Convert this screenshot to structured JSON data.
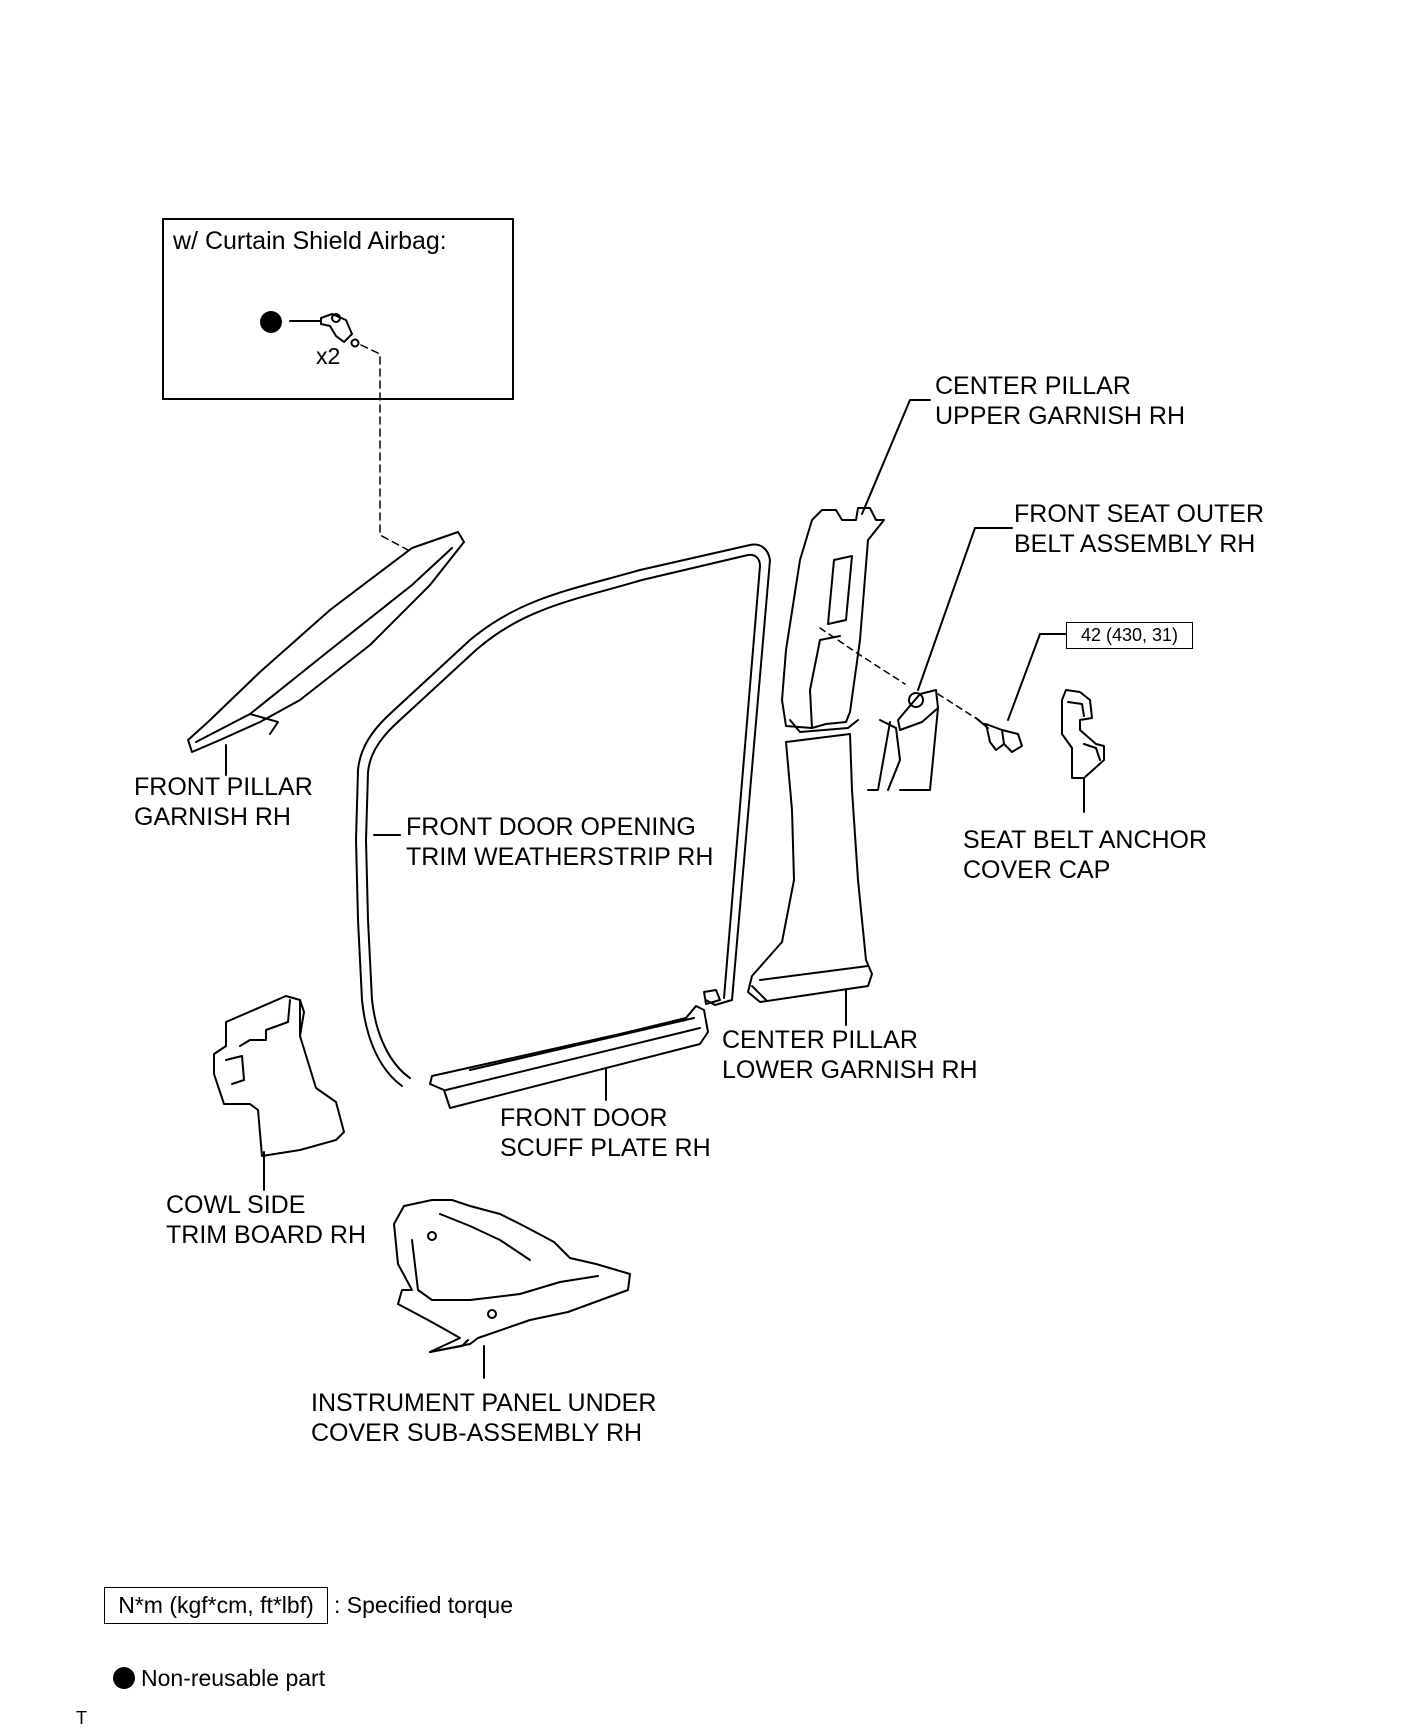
{
  "inset": {
    "title": "w/ Curtain Shield Airbag:",
    "quantity": "x2"
  },
  "labels": {
    "center_pillar_upper": [
      "CENTER PILLAR",
      "UPPER GARNISH RH"
    ],
    "front_seat_outer_belt": [
      "FRONT SEAT OUTER",
      "BELT ASSEMBLY RH"
    ],
    "front_pillar_garnish": [
      "FRONT PILLAR",
      "GARNISH RH"
    ],
    "front_door_opening_trim": [
      "FRONT DOOR OPENING",
      "TRIM WEATHERSTRIP RH"
    ],
    "seat_belt_anchor_cap": [
      "SEAT BELT ANCHOR",
      "COVER CAP"
    ],
    "center_pillar_lower": [
      "CENTER PILLAR",
      "LOWER GARNISH RH"
    ],
    "front_door_scuff_plate": [
      "FRONT DOOR",
      "SCUFF PLATE RH"
    ],
    "cowl_side_trim": [
      "COWL SIDE",
      "TRIM BOARD RH"
    ],
    "instrument_panel_under_cover": [
      "INSTRUMENT PANEL UNDER",
      "COVER SUB-ASSEMBLY RH"
    ]
  },
  "torque_spec": "42 (430, 31)",
  "legend": {
    "torque_box": "N*m (kgf*cm, ft*lbf)",
    "torque_text": ": Specified torque",
    "non_reusable_text": "Non-reusable part"
  },
  "corner_mark": "T"
}
